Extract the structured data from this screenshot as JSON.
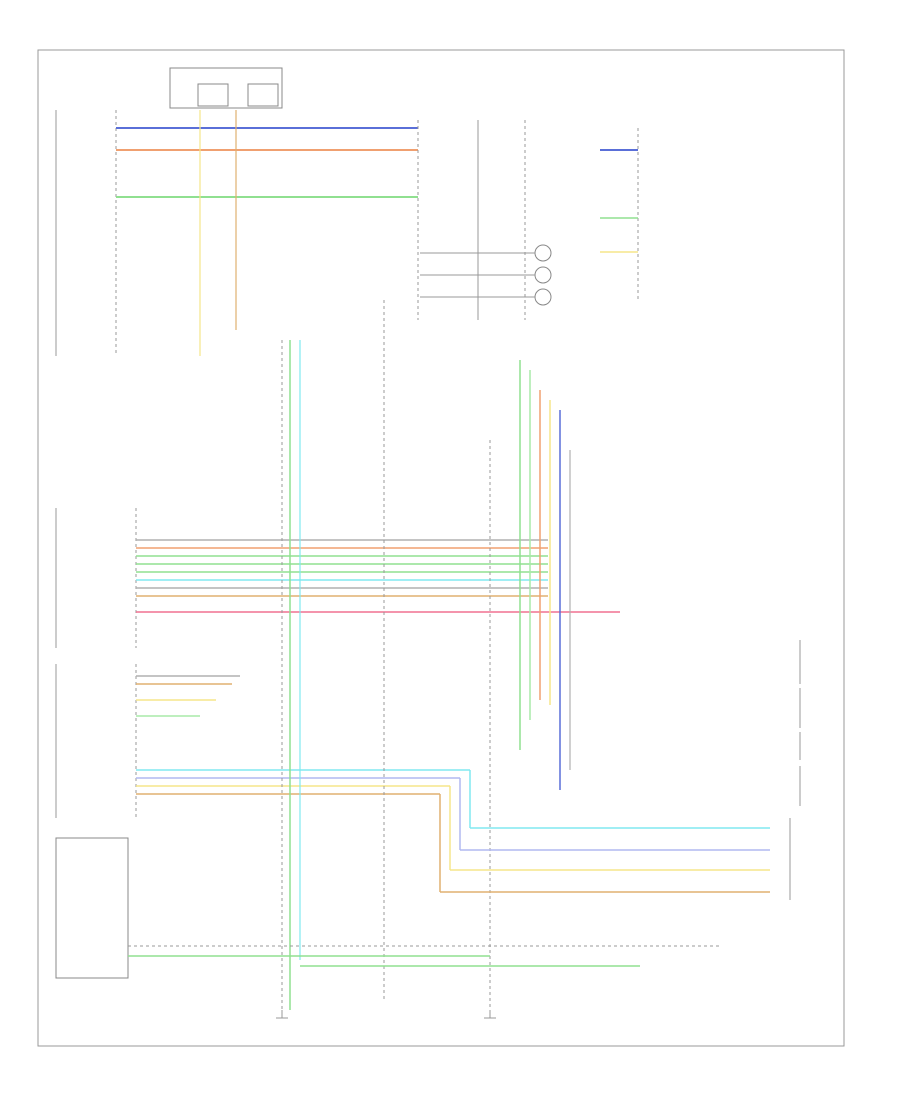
{
  "diagram": {
    "title": "",
    "footer": "",
    "colors": {
      "frame": "#999999",
      "blue": "#5a6fd8",
      "orange": "#f0a070",
      "green": "#90e090",
      "yellow": "#f5e58a",
      "tan": "#e0b070",
      "light_green": "#a8eaa8",
      "cyan": "#80e8f0",
      "pink": "#f07090",
      "gray": "#b0b0b0",
      "light_blue": "#b0b8f0"
    },
    "icons": [
      "ground-symbol-icon",
      "switch-icon",
      "lamp-icon",
      "connector-arrow-icon",
      "terminal-dot-icon"
    ],
    "components": [
      {
        "id": "transmission-control-module",
        "label": ""
      },
      {
        "id": "turn-signal-switch",
        "label": ""
      },
      {
        "id": "stop-lamp-switch",
        "label": ""
      },
      {
        "id": "hazard-switch",
        "label": ""
      },
      {
        "id": "interior-fuse-box",
        "label": ""
      },
      {
        "id": "steering-column-wiring",
        "label": ""
      },
      {
        "id": "antenna-amplifier",
        "label": ""
      },
      {
        "id": "radio",
        "label": ""
      },
      {
        "id": "radio-control-head",
        "label": ""
      },
      {
        "id": "front-left-speaker",
        "label": ""
      },
      {
        "id": "front-right-speaker",
        "label": ""
      },
      {
        "id": "rear-left-speaker",
        "label": ""
      },
      {
        "id": "rear-right-speaker",
        "label": ""
      },
      {
        "id": "power-antenna",
        "label": ""
      },
      {
        "id": "lamp-cluster",
        "label": ""
      }
    ],
    "notes": []
  }
}
